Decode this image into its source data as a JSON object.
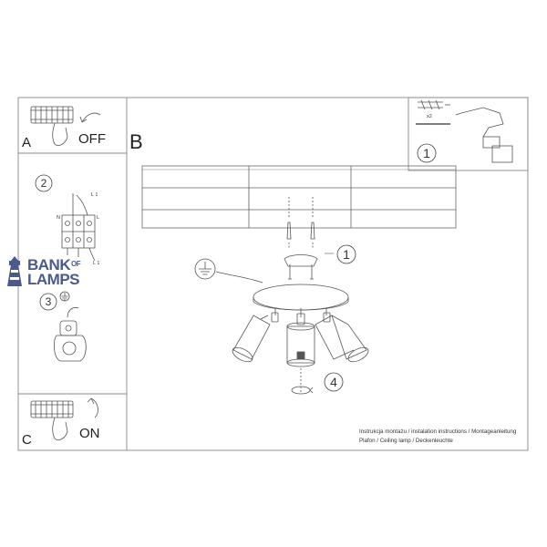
{
  "panels": {
    "a": {
      "letter": "A",
      "state": "OFF"
    },
    "b": {
      "letter": "B"
    },
    "c": {
      "letter": "C",
      "state": "ON"
    },
    "drill": {
      "step": "1",
      "quantity": "x2"
    }
  },
  "steps": {
    "mount": "1",
    "wiring": "2",
    "ground": "3",
    "rotate": "4"
  },
  "wiring": {
    "terminal_top": "L 1",
    "terminal_bottom": "L 1",
    "n_label": "N",
    "l_label": "L"
  },
  "logo": {
    "word1": "BANK",
    "word2": "OF",
    "word3": "LAMPS"
  },
  "footer": {
    "line1": "Instrukcja montażu / instalation instructions / Montageanleitung",
    "line2": "Plafon / Ceiling lamp / Deckenleuchte"
  },
  "colors": {
    "line": "#555555",
    "frame": "#888888",
    "logo": "#4b5a8c"
  }
}
